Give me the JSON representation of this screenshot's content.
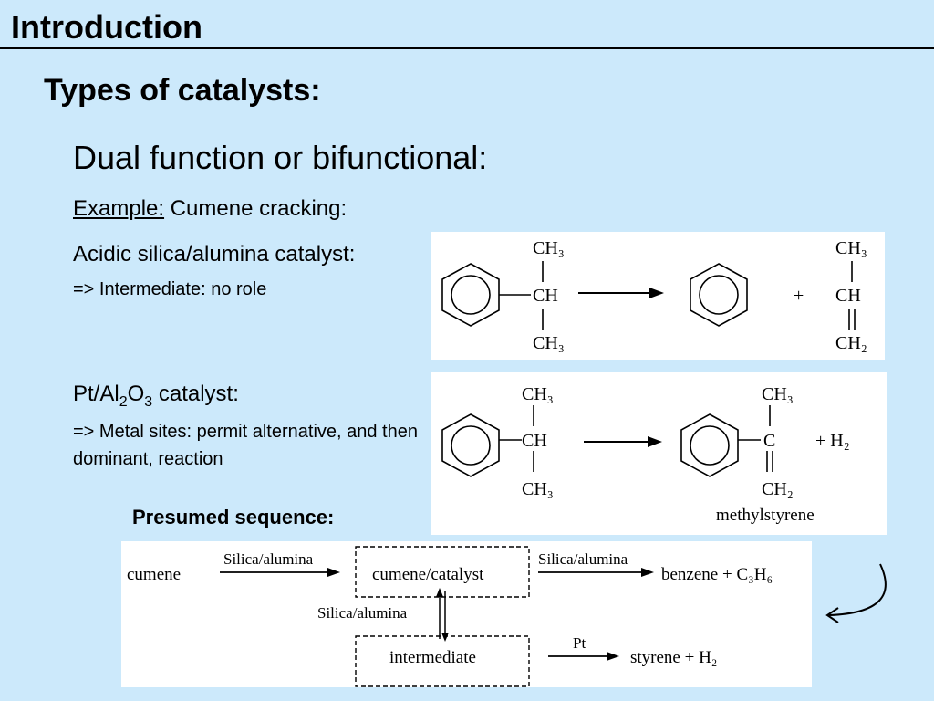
{
  "slide": {
    "title": "Introduction",
    "heading": "Types of catalysts:",
    "subheading": "Dual function or bifunctional:",
    "example_label": "Example:",
    "example_text": " Cumene cracking:",
    "acidic": {
      "label": "Acidic silica/alumina catalyst:",
      "note": "=> Intermediate: no role"
    },
    "pt": {
      "label_pre": "Pt/Al",
      "sub2": "2",
      "label_mid": "O",
      "sub3": "3",
      "label_post": " catalyst:",
      "note": "=> Metal sites: permit alternative, and then dominant, reaction"
    },
    "presumed": "Presumed sequence:"
  },
  "scheme1": {
    "ch3_top": "CH₃",
    "ch": "CH",
    "ch3_bottom": "CH₃",
    "plus": "+",
    "p_ch3": "CH₃",
    "p_ch": "CH",
    "p_ch2": "CH₂"
  },
  "scheme2": {
    "ch3_top": "CH₃",
    "ch": "CH",
    "ch3_bottom": "CH₃",
    "p_ch3": "CH₃",
    "p_c": "C",
    "p_ch2": "CH₂",
    "plus_h2": "+ H₂",
    "product_name": "methylstyrene"
  },
  "sequence": {
    "cumene": "cumene",
    "arrow1_label": "Silica/alumina",
    "box1": "cumene/catalyst",
    "arrow2_label": "Silica/alumina",
    "products1": "benzene + C₃H₆",
    "vertical_label": "Silica/alumina",
    "box2": "intermediate",
    "arrow3_label": "Pt",
    "products2": "styrene + H₂"
  }
}
